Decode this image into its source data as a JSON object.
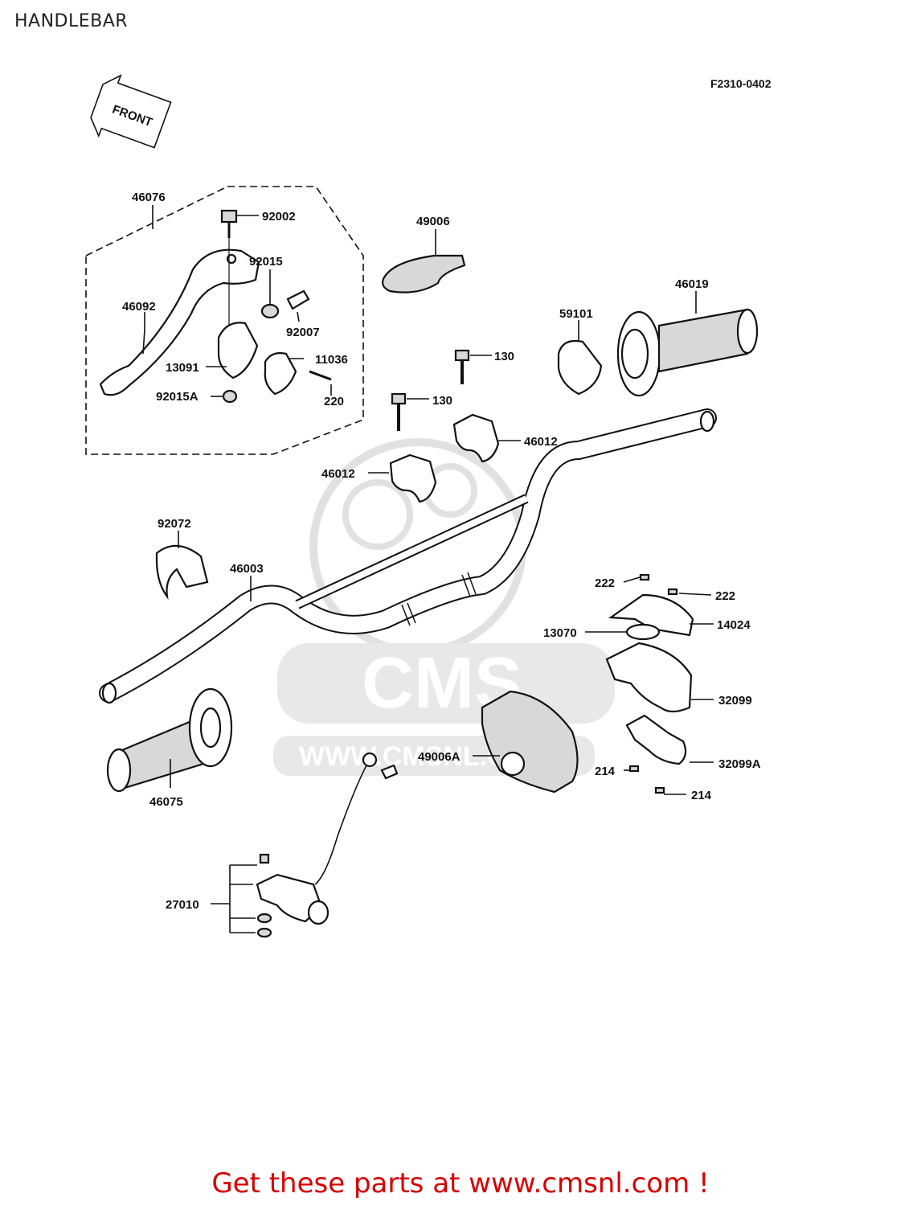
{
  "page": {
    "title": "HANDLEBAR",
    "diagram_code": "F2310-0402",
    "promo": "Get these parts at www.cmsnl.com !",
    "front_label": "FRONT"
  },
  "watermark": {
    "brand": "CMS",
    "url": "WWW.CMSNL.COM",
    "color": "#c9c9c9"
  },
  "colors": {
    "promo": "#d60000",
    "ink": "#111111"
  },
  "parts": {
    "p46076": "46076",
    "p92002": "92002",
    "p92015": "92015",
    "p46092": "46092",
    "p92007": "92007",
    "p11036": "11036",
    "p13091": "13091",
    "p92015A": "92015A",
    "p220": "220",
    "p49006": "49006",
    "p46019": "46019",
    "p59101": "59101",
    "p130a": "130",
    "p130b": "130",
    "p46012a": "46012",
    "p46012b": "46012",
    "p92072": "92072",
    "p46003": "46003",
    "p222a": "222",
    "p222b": "222",
    "p14024": "14024",
    "p13070": "13070",
    "p32099": "32099",
    "p49006A": "49006A",
    "p32099A": "32099A",
    "p214a": "214",
    "p214b": "214",
    "p46075": "46075",
    "p27010": "27010"
  }
}
